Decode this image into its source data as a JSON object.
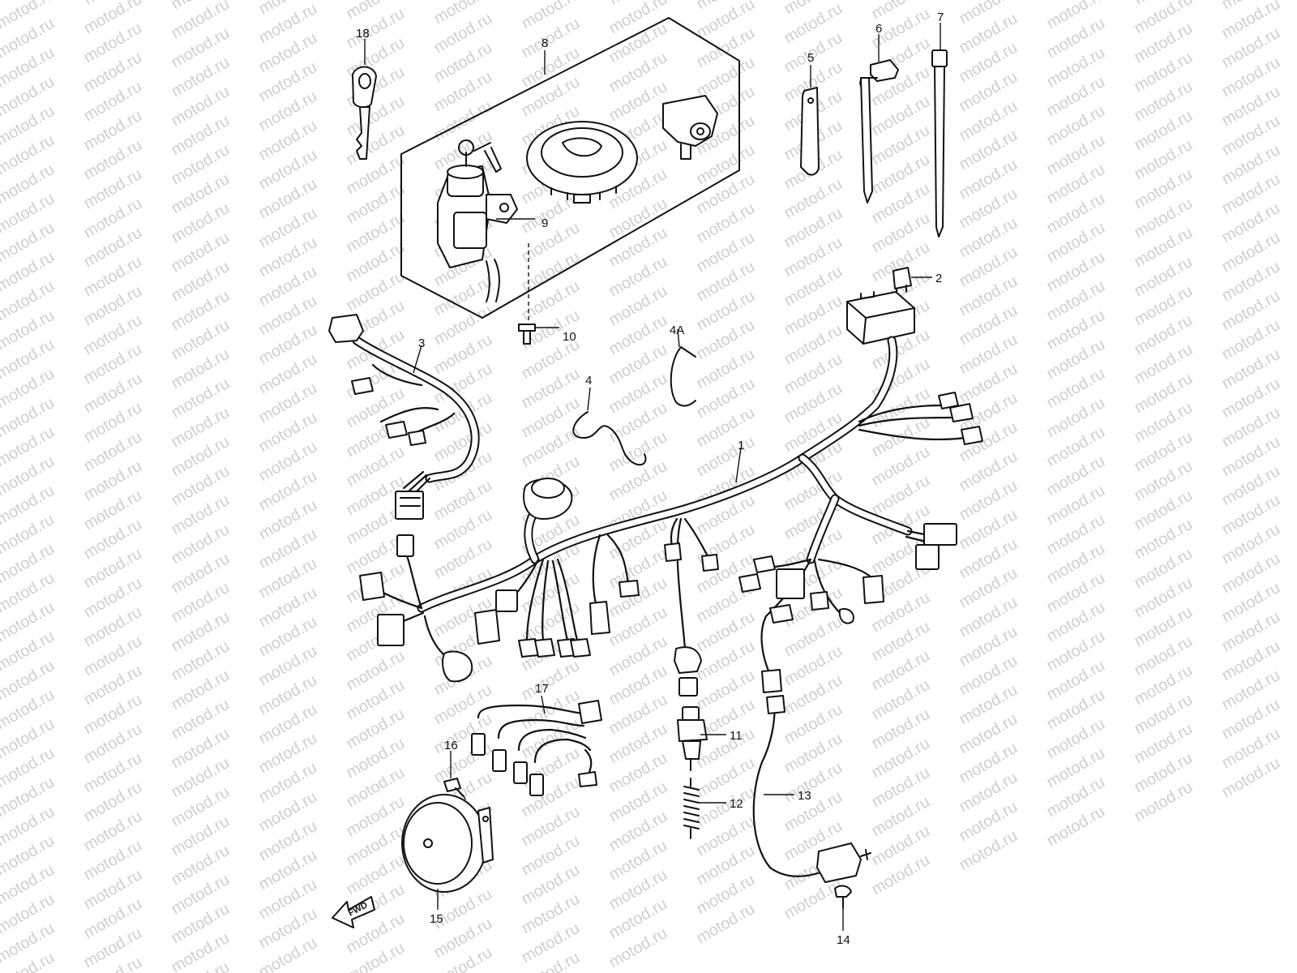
{
  "watermark": "motod.ru",
  "forward_label": "FWD",
  "callouts": {
    "c1": "1",
    "c2": "2",
    "c3": "3",
    "c4": "4",
    "c4a": "4A",
    "c5": "5",
    "c6": "6",
    "c7": "7",
    "c8": "8",
    "c9": "9",
    "c10": "10",
    "c11": "11",
    "c12": "12",
    "c13": "13",
    "c14": "14",
    "c15": "15",
    "c16": "16",
    "c17": "17",
    "c18": "18"
  }
}
